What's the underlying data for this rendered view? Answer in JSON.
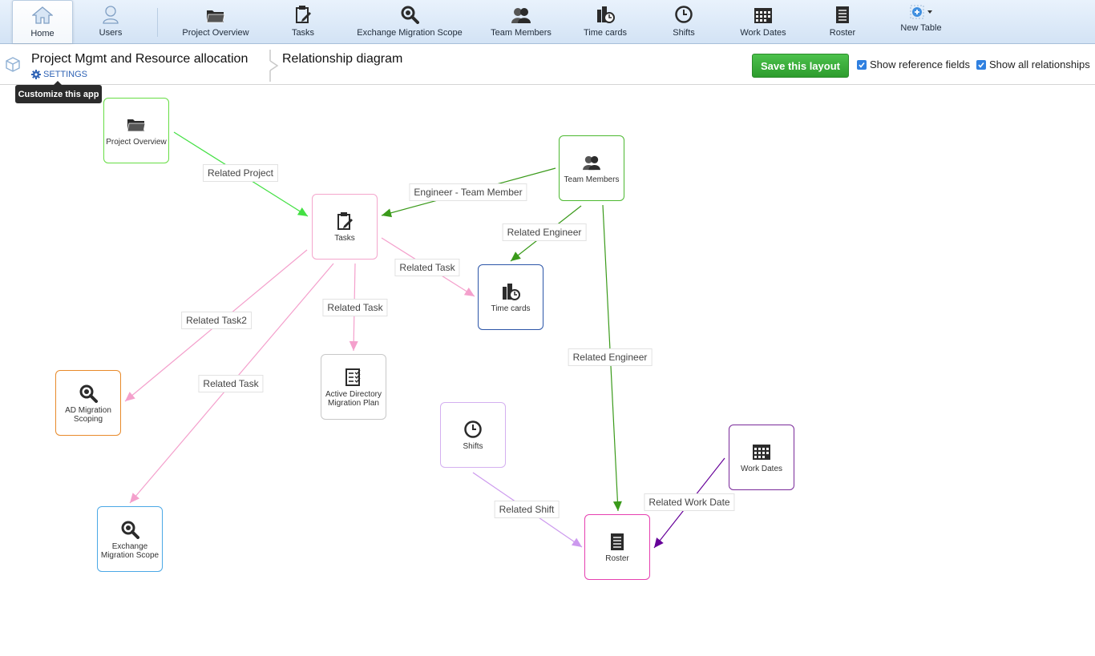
{
  "toolbar": {
    "items": [
      {
        "key": "home",
        "label": "Home",
        "icon": "home-icon"
      },
      {
        "key": "users",
        "label": "Users",
        "icon": "user-icon"
      },
      {
        "key": "project_overview",
        "label": "Project Overview",
        "icon": "folder-icon"
      },
      {
        "key": "tasks",
        "label": "Tasks",
        "icon": "clipboard-icon"
      },
      {
        "key": "exchange",
        "label": "Exchange Migration Scope",
        "icon": "magnifier-icon"
      },
      {
        "key": "team",
        "label": "Team Members",
        "icon": "team-icon"
      },
      {
        "key": "timecards",
        "label": "Time cards",
        "icon": "timecard-icon"
      },
      {
        "key": "shifts",
        "label": "Shifts",
        "icon": "clock-icon"
      },
      {
        "key": "workdates",
        "label": "Work Dates",
        "icon": "calendar-icon"
      },
      {
        "key": "roster",
        "label": "Roster",
        "icon": "roster-icon"
      },
      {
        "key": "newtable",
        "label": "New Table",
        "icon": "plus-circle-icon"
      }
    ]
  },
  "header": {
    "app_title": "Project Mgmt and Resource allocation",
    "settings_label": "SETTINGS",
    "page_title": "Relationship diagram",
    "tooltip": "Customize this app",
    "save_label": "Save this layout",
    "show_reference_fields": "Show reference fields",
    "show_all_relationships": "Show all relationships",
    "reference_checked": true,
    "relationships_checked": true
  },
  "diagram": {
    "nodes": [
      {
        "id": "project_overview",
        "label": "Project Overview",
        "icon": "folder-icon",
        "color": "#66dd44"
      },
      {
        "id": "tasks",
        "label": "Tasks",
        "icon": "clipboard-icon",
        "color": "#f4a6cc"
      },
      {
        "id": "team_members",
        "label": "Team Members",
        "icon": "team-icon",
        "color": "#4cb830"
      },
      {
        "id": "time_cards",
        "label": "Time cards",
        "icon": "timecard-icon",
        "color": "#2c55a8"
      },
      {
        "id": "ad_scoping",
        "label": "AD Migration Scoping",
        "icon": "magnifier-icon",
        "color": "#e88a2a"
      },
      {
        "id": "ad_plan",
        "label": "Active Directory Migration Plan",
        "icon": "checklist-icon",
        "color": "#c8c8c8"
      },
      {
        "id": "exchange_scope",
        "label": "Exchange Migration Scope",
        "icon": "magnifier-icon",
        "color": "#4ba8e6"
      },
      {
        "id": "shifts",
        "label": "Shifts",
        "icon": "clock-icon",
        "color": "#d4b0f0"
      },
      {
        "id": "work_dates",
        "label": "Work Dates",
        "icon": "calendar-icon",
        "color": "#7a2a9a"
      },
      {
        "id": "roster",
        "label": "Roster",
        "icon": "roster-icon",
        "color": "#e640b0"
      }
    ],
    "edges": [
      {
        "id": "e1",
        "label": "Related Project",
        "from": "project_overview",
        "to": "tasks",
        "color": "#44e044"
      },
      {
        "id": "e2",
        "label": "Engineer - Team Member",
        "from": "team_members",
        "to": "tasks",
        "color": "#3a9a1a"
      },
      {
        "id": "e3",
        "label": "Related Engineer",
        "from": "team_members",
        "to": "time_cards",
        "color": "#3a9a1a"
      },
      {
        "id": "e4",
        "label": "Related Task",
        "from": "tasks",
        "to": "time_cards",
        "color": "#f4a0cc"
      },
      {
        "id": "e5",
        "label": "Related Task",
        "from": "tasks",
        "to": "ad_plan",
        "color": "#f4a0cc"
      },
      {
        "id": "e6",
        "label": "Related Task2",
        "from": "tasks",
        "to": "ad_scoping",
        "color": "#f4a0cc"
      },
      {
        "id": "e7",
        "label": "Related Task",
        "from": "tasks",
        "to": "exchange_scope",
        "color": "#f4a0cc"
      },
      {
        "id": "e8",
        "label": "Related Engineer",
        "from": "team_members",
        "to": "roster",
        "color": "#3a9a1a"
      },
      {
        "id": "e9",
        "label": "Related Shift",
        "from": "shifts",
        "to": "roster",
        "color": "#cc99ee"
      },
      {
        "id": "e10",
        "label": "Related Work Date",
        "from": "work_dates",
        "to": "roster",
        "color": "#660099"
      }
    ]
  }
}
